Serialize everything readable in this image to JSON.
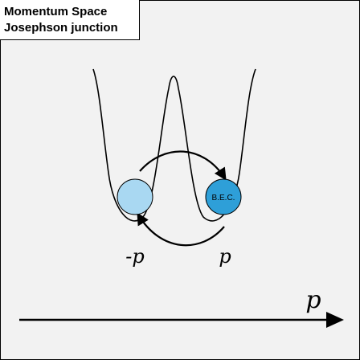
{
  "title": {
    "line1": "Momentum Space",
    "line2": "Josephson junction"
  },
  "wells": {
    "left_label": "-p",
    "right_label": "p"
  },
  "condensate": {
    "label": "B.E.C.",
    "left_color": "#a9d8f2",
    "right_color": "#2e9fd8"
  },
  "axis": {
    "label": "p"
  },
  "colors": {
    "background": "#f2f2f2",
    "stroke": "#000000"
  }
}
